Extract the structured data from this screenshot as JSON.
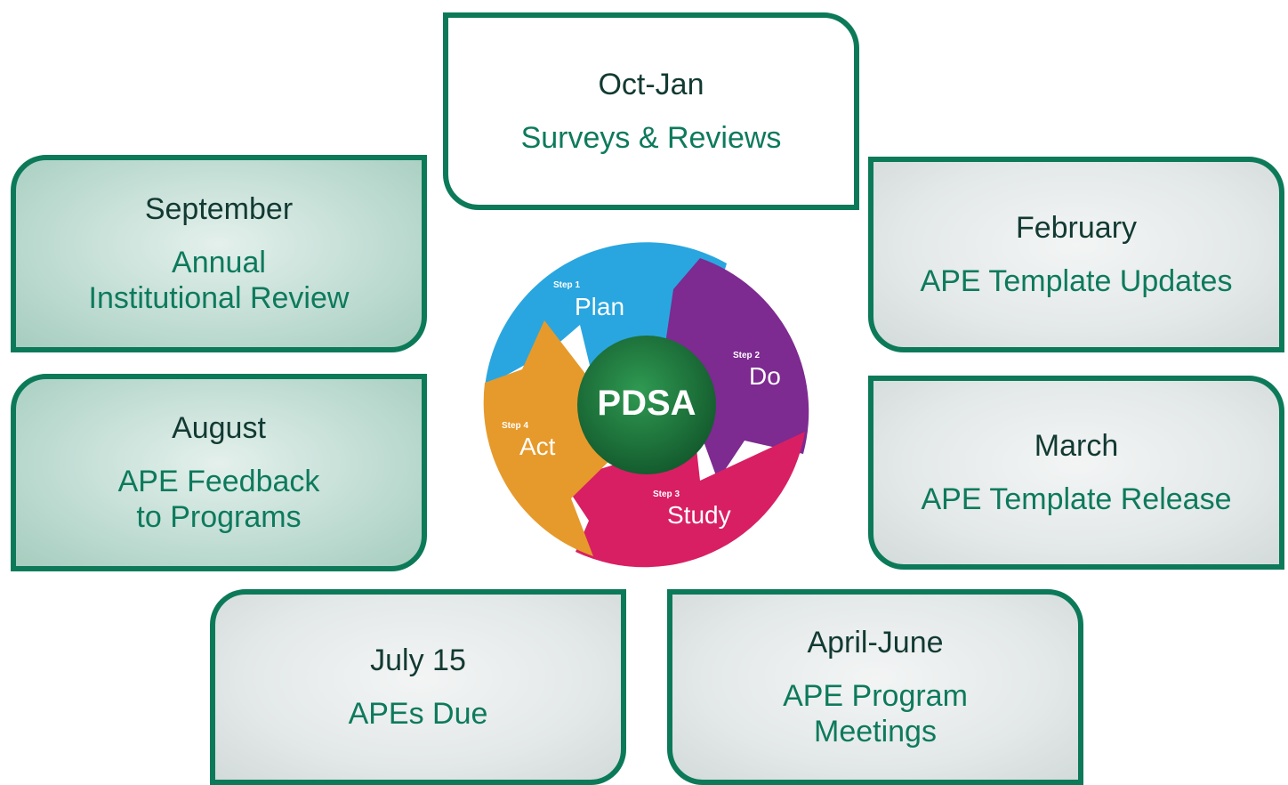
{
  "center": {
    "label": "PDSA",
    "steps": [
      {
        "step": "Step 1",
        "name": "Plan",
        "color": "#29a6df"
      },
      {
        "step": "Step 2",
        "name": "Do",
        "color": "#7d2a91"
      },
      {
        "step": "Step 3",
        "name": "Study",
        "color": "#d81f63"
      },
      {
        "step": "Step 4",
        "name": "Act",
        "color": "#e69a2b"
      }
    ],
    "hub_color": "#1f7a3f"
  },
  "stages": [
    {
      "month": "Oct-Jan",
      "description": "Surveys & Reviews"
    },
    {
      "month": "February",
      "description": "APE Template Updates"
    },
    {
      "month": "March",
      "description": "APE Template Release"
    },
    {
      "month": "April-June",
      "description": "APE Program\nMeetings"
    },
    {
      "month": "July 15",
      "description": "APEs Due"
    },
    {
      "month": "August",
      "description": "APE Feedback\nto Programs"
    },
    {
      "month": "September",
      "description": "Annual\nInstitutional Review"
    }
  ],
  "colors": {
    "border": "#0c7a58",
    "month_text": "#123a32",
    "description_text": "#0d7a5c"
  }
}
